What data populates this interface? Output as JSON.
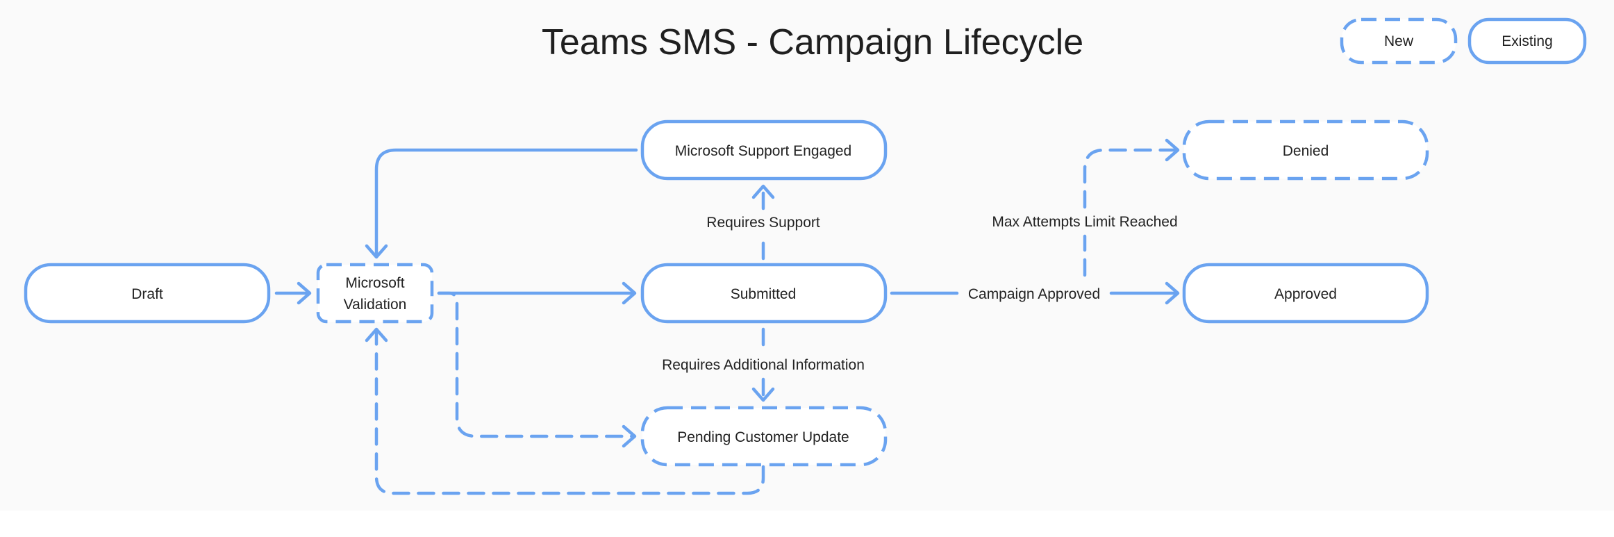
{
  "diagram": {
    "title": "Teams SMS - Campaign Lifecycle",
    "stroke_color": "#6aa3f0",
    "legend": {
      "new_label": "New",
      "existing_label": "Existing"
    },
    "nodes": {
      "draft": "Draft",
      "validation_line1": "Microsoft",
      "validation_line2": "Validation",
      "support": "Microsoft Support Engaged",
      "submitted": "Submitted",
      "pending": "Pending Customer Update",
      "denied": "Denied",
      "approved": "Approved"
    },
    "edge_labels": {
      "requires_support": "Requires Support",
      "requires_info": "Requires Additional Information",
      "campaign_approved": "Campaign Approved",
      "max_attempts": "Max Attempts Limit Reached"
    }
  }
}
